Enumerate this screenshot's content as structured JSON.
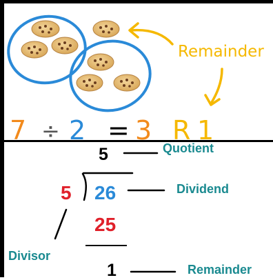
{
  "illustration": {
    "group_count": 2,
    "cookies_per_group": 3,
    "remainder_cookies": 1,
    "callout_label": "Remainder"
  },
  "equation": {
    "dividend": "7",
    "operator": "÷",
    "divisor": "2",
    "equals": "=",
    "quotient": "3",
    "remainder_marker": "R",
    "remainder": "1"
  },
  "long_division": {
    "quotient": "5",
    "divisor": "5",
    "dividend": "26",
    "product": "25",
    "remainder": "1"
  },
  "labels": {
    "quotient": "Quotient",
    "dividend": "Dividend",
    "divisor": "Divisor",
    "remainder": "Remainder"
  },
  "colors": {
    "orange": "#f28a1c",
    "blue": "#2a8ad8",
    "yellow": "#f5b800",
    "red": "#e0202a",
    "teal": "#1a8a90",
    "cookie": "#e9c07a",
    "chip": "#6b3d1e"
  }
}
